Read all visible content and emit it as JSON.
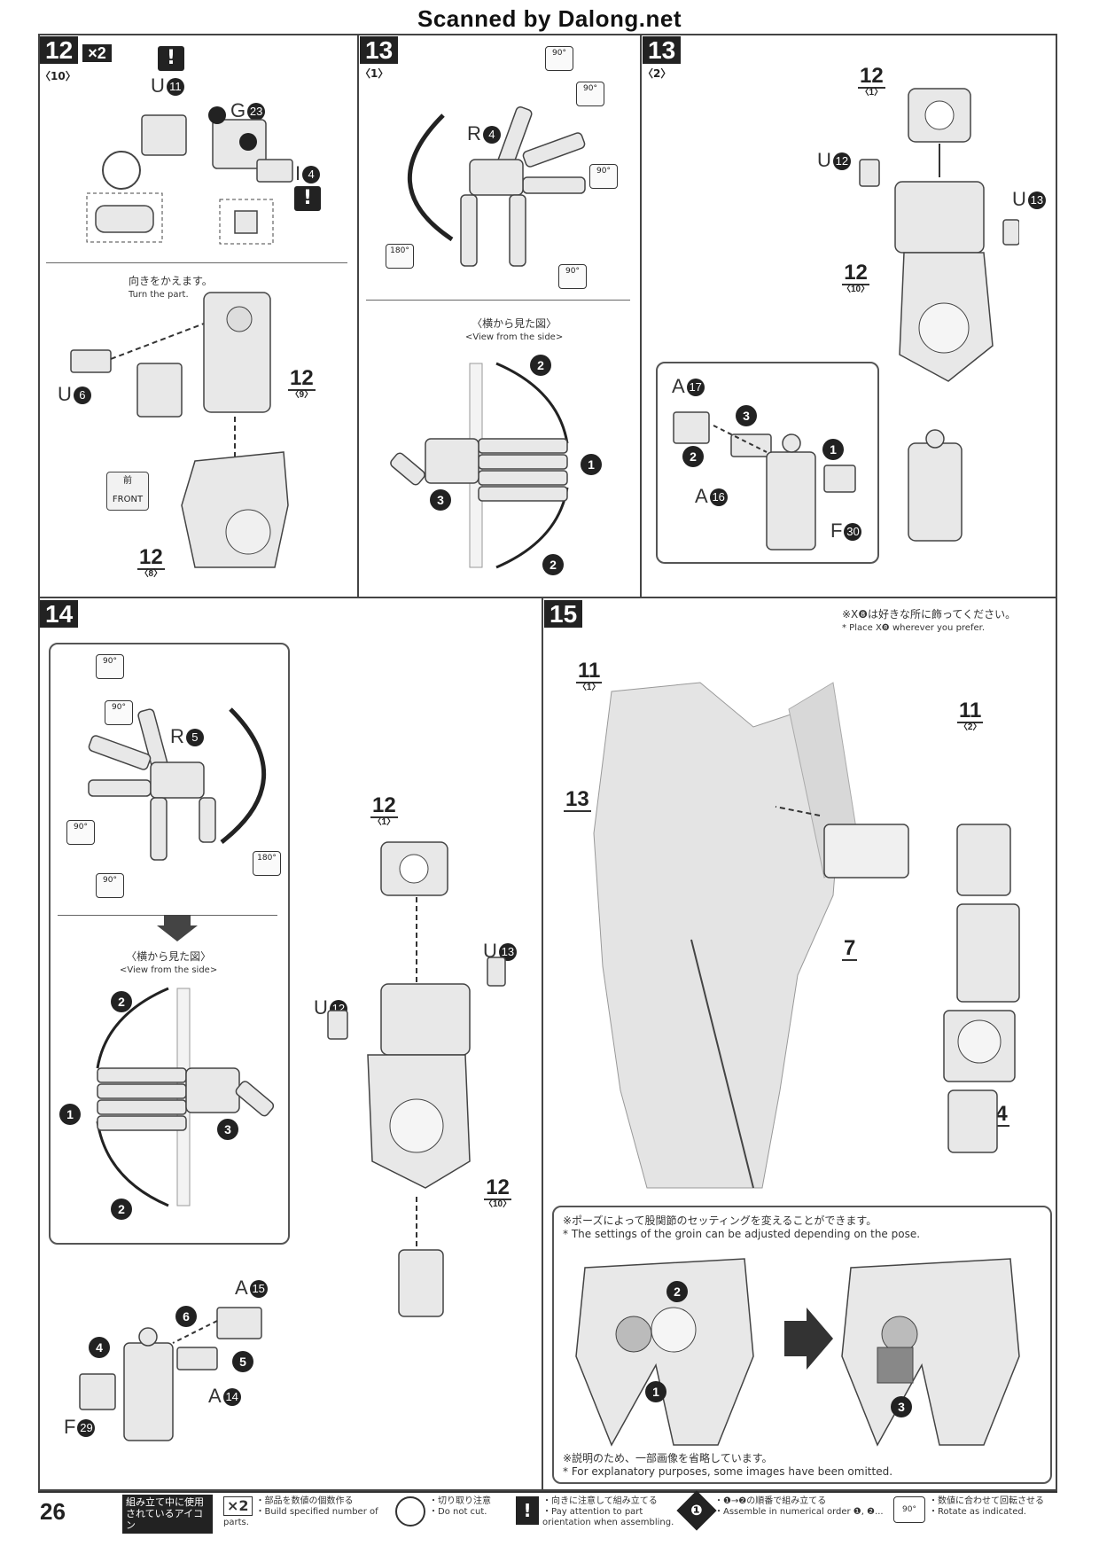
{
  "header": {
    "scan_credit": "Scanned by Dalong.net"
  },
  "steps": {
    "s12": {
      "num": "12",
      "sub": "〈10〉",
      "mult": "×2",
      "parts": {
        "u11": "U",
        "g23": "G",
        "i4": "I",
        "u6": "U"
      },
      "turn_ja": "向きをかえます。",
      "turn_en": "Turn the part.",
      "front_ja": "前",
      "front_en": "FRONT",
      "ref9_num": "12",
      "ref9_sub": "〈9〉",
      "ref8_num": "12",
      "ref8_sub": "〈8〉"
    },
    "s13a": {
      "num": "13",
      "sub": "〈1〉",
      "part": "R",
      "side_ja": "〈横から見た図〉",
      "side_en": "<View from the side>"
    },
    "s13b": {
      "num": "13",
      "sub": "〈2〉",
      "ref1_num": "12",
      "ref1_sub": "〈1〉",
      "ref10_num": "12",
      "ref10_sub": "〈10〉",
      "parts": {
        "u12": "U",
        "u13": "U",
        "a17": "A",
        "a16": "A",
        "f30": "F"
      }
    },
    "s14": {
      "num": "14",
      "part": "R",
      "side_ja": "〈横から見た図〉",
      "side_en": "<View from the side>",
      "ref1_num": "12",
      "ref1_sub": "〈1〉",
      "ref10_num": "12",
      "ref10_sub": "〈10〉",
      "parts": {
        "u13": "U",
        "u12": "U",
        "a15": "A",
        "a14": "A",
        "f29": "F"
      }
    },
    "s15": {
      "num": "15",
      "note_ja": "※X❽は好きな所に飾ってください。",
      "note_en": "* Place X❽ wherever you prefer.",
      "ref11a_num": "11",
      "ref11a_sub": "〈1〉",
      "ref11b_num": "11",
      "ref11b_sub": "〈2〉",
      "ref13": "13",
      "ref7": "7",
      "ref14": "14",
      "groin_ja": "※ポーズによって股関節のセッティングを変えることができます。",
      "groin_en": "* The settings of the groin can be adjusted depending on the pose.",
      "omit_ja": "※説明のため、一部画像を省略しています。",
      "omit_en": "* For explanatory purposes, some images have been omitted."
    }
  },
  "rotations": {
    "r90": "90°",
    "r180": "180°"
  },
  "footer": {
    "page_number": "26",
    "legend_title_ja": "組み立て中に使用されているアイコン",
    "legend_title_en": "Symbols used in instructions",
    "items": [
      {
        "icon": "×2",
        "ja": "・部品を数値の個数作る",
        "en": "・Build specified number of parts."
      },
      {
        "icon": "no-cut-icon",
        "ja": "・切り取り注意",
        "en": "・Do not cut."
      },
      {
        "icon": "!",
        "ja": "・向きに注意して組み立てる",
        "en": "・Pay attention to part orientation when assembling."
      },
      {
        "icon": "❶",
        "ja": "・❶→❷の順番で組み立てる",
        "en": "・Assemble in numerical order ❶, ❷..."
      },
      {
        "icon": "90°",
        "ja": "・数値に合わせて回転させる",
        "en": "・Rotate as indicated."
      }
    ]
  }
}
